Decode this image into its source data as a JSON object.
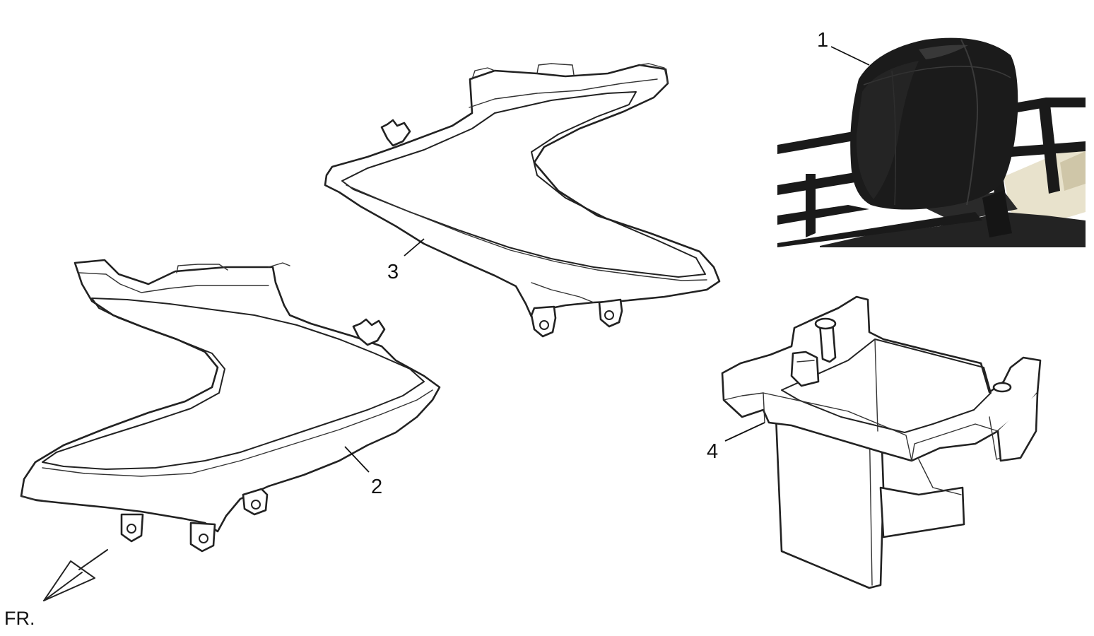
{
  "callouts": {
    "part_1": "1",
    "part_2": "2",
    "part_3": "3",
    "part_4": "4"
  },
  "direction_label": "FR.",
  "colors": {
    "line": "#222222",
    "seat_black": "#1b1b1b",
    "cream_panel": "#e8e2cc"
  }
}
